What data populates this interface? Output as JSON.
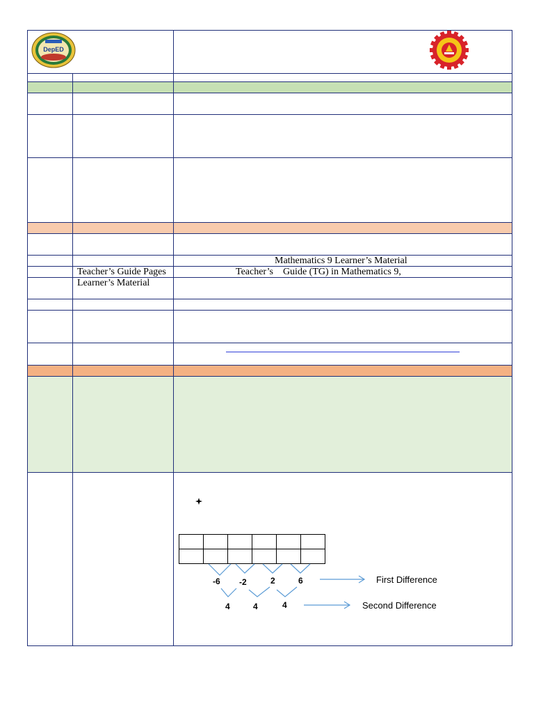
{
  "header": {
    "left_logo_icon": "deped-seal-icon",
    "left_logo_text": "DepED",
    "right_logo_icon": "school-gear-seal-icon"
  },
  "colors": {
    "border": "#1f2e78",
    "green_band": "#c6e0b4",
    "peach_band": "#f8cbad",
    "orange_band": "#f4b183",
    "light_green_fill": "#e2efda",
    "link_line": "#2f3ed8",
    "arrow": "#5b9bd5"
  },
  "references": {
    "lm_title": "Mathematics 9 Learner’s Material",
    "tg_label": "Teacher’s Guide Pages",
    "tg_value": "Teacher’s    Guide (TG) in Mathematics 9,",
    "lm_label": "Learner’s Material"
  },
  "procedure": {
    "bullet_icon": "diamond-bullet-icon",
    "first_differences": [
      "-6",
      "-2",
      "2",
      "6"
    ],
    "second_differences": [
      "4",
      "4",
      "4"
    ],
    "first_difference_label": "First Difference",
    "second_difference_label": "Second Difference"
  }
}
